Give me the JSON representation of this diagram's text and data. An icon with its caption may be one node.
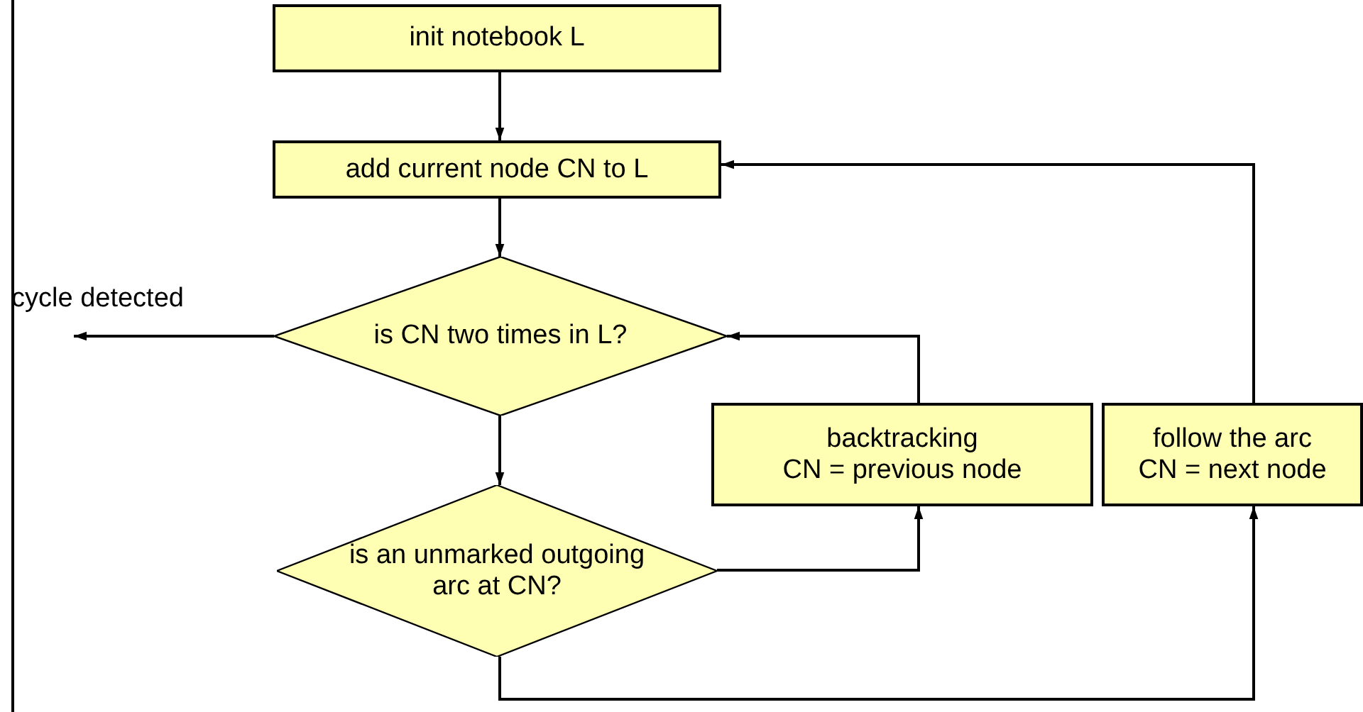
{
  "diagram": {
    "nodes": [
      {
        "text": [
          "init notebook L"
        ]
      },
      {
        "text": [
          "add current node CN to L"
        ]
      },
      {
        "text": [
          "is CN two times in L?"
        ]
      },
      {
        "text": [
          "cycle detected"
        ]
      },
      {
        "text": [
          "is an unmarked outgoing arc at CN?"
        ]
      },
      {
        "text": [
          "backtracking",
          "CN = previous node"
        ]
      },
      {
        "text": [
          "follow the arc",
          "CN = next node"
        ]
      }
    ],
    "edges": [
      {
        "from": 0,
        "to": 1,
        "arrow": "to"
      },
      {
        "from": 1,
        "to": 2,
        "arrow": "to"
      },
      {
        "from": 2,
        "to": 3,
        "arrow": "to"
      },
      {
        "from": 2,
        "to": 4,
        "arrow": "to"
      },
      {
        "from": 4,
        "to": 5,
        "arrow": "to"
      },
      {
        "from": 5,
        "to": 2,
        "arrow": "to"
      },
      {
        "from": 4,
        "to": 6,
        "arrow": "to"
      },
      {
        "from": 6,
        "to": 1,
        "arrow": "to"
      }
    ]
  }
}
